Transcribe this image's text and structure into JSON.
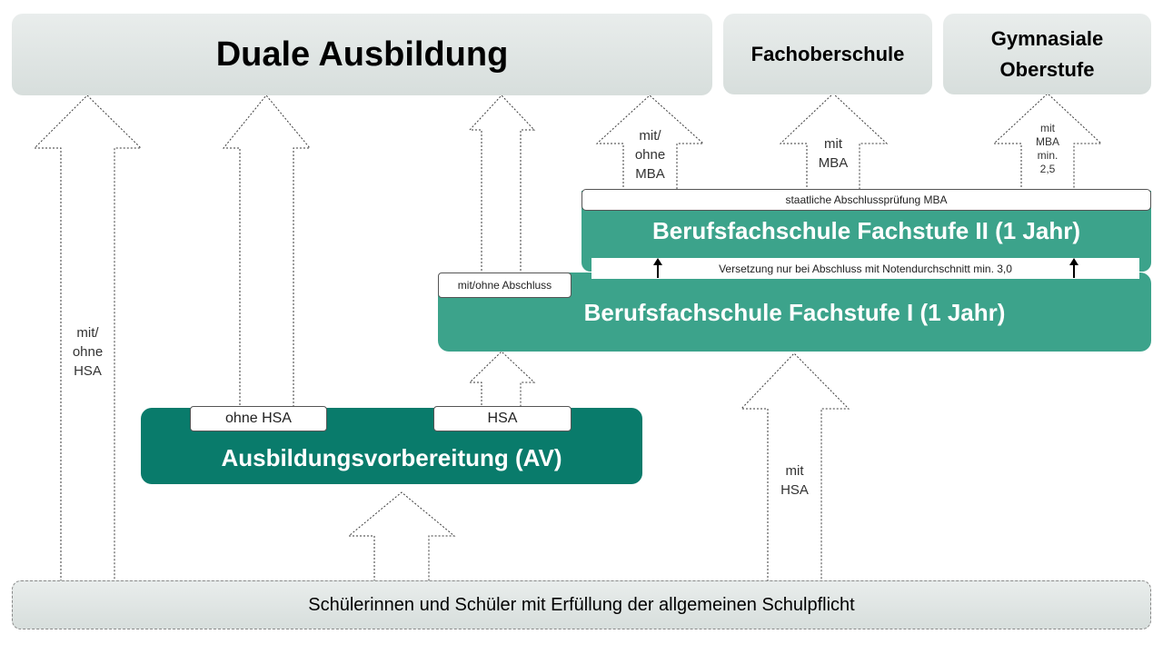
{
  "boxes": {
    "duale": "Duale Ausbildung",
    "fos": "Fachoberschule",
    "gym_line1": "Gymnasiale",
    "gym_line2": "Oberstufe",
    "bfs2": "Berufsfachschule Fachstufe II (1 Jahr)",
    "bfs1": "Berufsfachschule Fachstufe I (1 Jahr)",
    "av": "Ausbildungsvorbereitung (AV)",
    "base": "Schülerinnen und Schüler mit Erfüllung der allgemeinen Schulpflicht"
  },
  "tags": {
    "pruefung": "staatliche Abschlussprüfung MBA",
    "versetzung": "Versetzung nur bei Abschluss mit Notendurchschnitt min. 3,0",
    "mit_ohne_abschluss": "mit/ohne Abschluss",
    "ohne_hsa": "ohne HSA",
    "hsa": "HSA"
  },
  "arrow_labels": {
    "left": [
      "mit/",
      "ohne",
      "HSA"
    ],
    "bfs2_duale": [
      "mit/",
      "ohne",
      "MBA"
    ],
    "fos": [
      "mit",
      "MBA"
    ],
    "gym": [
      "mit",
      "MBA",
      "min.",
      "2,5"
    ],
    "base_bfs1": [
      "mit",
      "HSA"
    ]
  }
}
